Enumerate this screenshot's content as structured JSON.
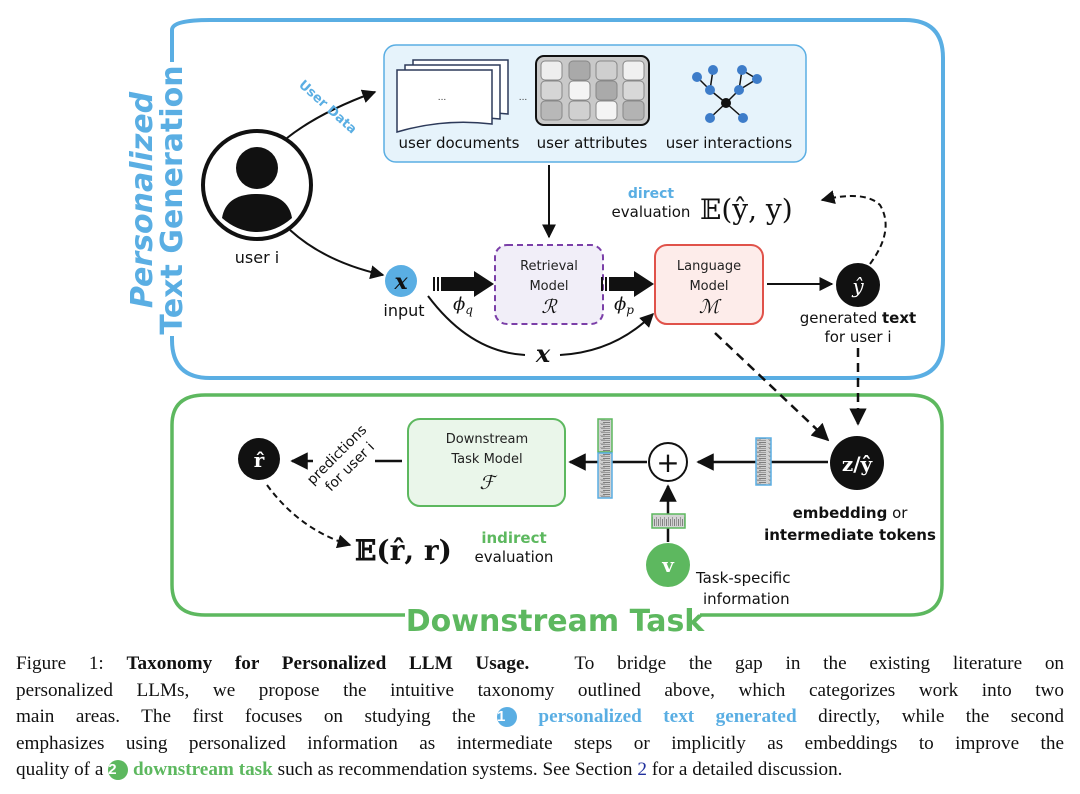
{
  "colors": {
    "blue": "#5aaee3",
    "green": "#5db85f",
    "retrieval_border": "#7b3fa8",
    "retrieval_fill": "#f1eef8",
    "lm_border": "#e0524a",
    "lm_fill": "#fdecea",
    "dtm_fill": "#eaf6ea",
    "userdata_fill": "#e6f3fb",
    "black": "#111111"
  },
  "top_panel": {
    "title_line1": "Personalized",
    "title_line2": "Text Generation",
    "user_label": "user i",
    "user_data_label": "User Data",
    "sources": {
      "documents_label": "user documents",
      "attributes_label": "user attributes",
      "interactions_label": "user interactions",
      "ellipsis": "..."
    },
    "input_symbol": "x",
    "input_label": "input",
    "phi_q": "ϕ",
    "phi_q_sub": "q",
    "phi_p": "ϕ",
    "phi_p_sub": "p",
    "skip_symbol": "x",
    "retrieval_model": {
      "line1": "Retrieval",
      "line2": "Model",
      "symbol": "ℛ"
    },
    "language_model": {
      "line1": "Language",
      "line2": "Model",
      "symbol": "ℳ"
    },
    "output_symbol": "ŷ",
    "output_label_plain": "generated ",
    "output_label_bold": "text",
    "output_label_line2": "for user i",
    "direct_label": "direct",
    "evaluation_label": "evaluation",
    "direct_eval_formula": "𝔼(ŷ, y)"
  },
  "bottom_panel": {
    "title": "Downstream Task",
    "embedding_symbol": "z/ŷ",
    "embedding_label_bold": "embedding",
    "embedding_label_plain": " or",
    "embedding_label_line2": "intermediate tokens",
    "plus_symbol": "+",
    "task_symbol": "v",
    "task_label_line1": "Task-specific",
    "task_label_line2": "information",
    "downstream_model": {
      "line1": "Downstream",
      "line2": "Task Model",
      "symbol": "ℱ"
    },
    "predictions_line1": "predictions",
    "predictions_line2": "for user i",
    "prediction_symbol": "r̂",
    "indirect_label": "indirect",
    "evaluation_label": "evaluation",
    "indirect_eval_formula": "𝔼(r̂, r)"
  },
  "caption": {
    "figure_label": "Figure 1:",
    "title": "Taxonomy for Personalized LLM Usage.",
    "l1_rest": "To bridge the gap in the existing literature on",
    "l2": "personalized LLMs, we propose the intuitive taxonomy outlined above, which categorizes work into two",
    "l3_a": "main areas. The first focuses on studying the",
    "badge1": "1",
    "l3_highlight": "personalized text generated",
    "l3_b": "directly, while the second",
    "l4": "emphasizes using personalized information as intermediate steps or implicitly as embeddings to improve the",
    "l5_a": "quality of a",
    "badge2": "2",
    "l5_highlight": "downstream task",
    "l5_b": "such as recommendation systems. See Section",
    "section_ref": "2",
    "l5_c": "for a detailed discussion."
  }
}
